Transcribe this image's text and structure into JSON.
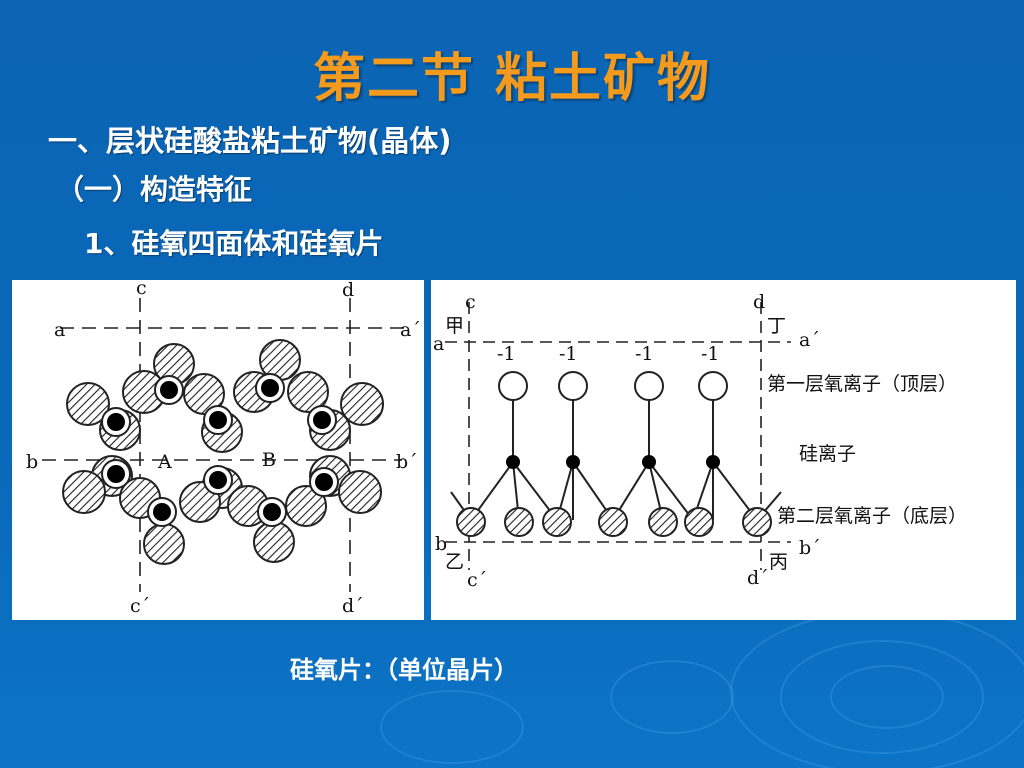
{
  "slide": {
    "title": "第二节 粘土矿物",
    "heading1": "一、层状硅酸盐粘土矿物(晶体)",
    "heading2": "（一）构造特征",
    "heading3": "1、硅氧四面体和硅氧片",
    "caption": "硅氧片：（单位晶片）"
  },
  "diagram_left": {
    "labels": {
      "c": "c",
      "d": "d",
      "a": "a",
      "a_prime": "a´",
      "b": "b",
      "b_prime": "b´",
      "c_prime": "c´",
      "d_prime": "d´",
      "A": "A",
      "B": "B"
    }
  },
  "diagram_right": {
    "labels": {
      "c": "c",
      "d": "d",
      "a": "a",
      "a_prime": "a´",
      "b": "b",
      "b_prime": "b´",
      "c_prime": "c´",
      "d_prime": "d´",
      "jia": "甲",
      "ding": "丁",
      "yi": "乙",
      "bing": "丙"
    },
    "charge": "-1",
    "top_layer": "第一层氧离子（顶层）",
    "silicon": "硅离子",
    "bottom_layer": "第二层氧离子（底层）"
  },
  "colors": {
    "background": "#0a68b8",
    "title": "#f49a1c",
    "text": "#ffffff"
  }
}
